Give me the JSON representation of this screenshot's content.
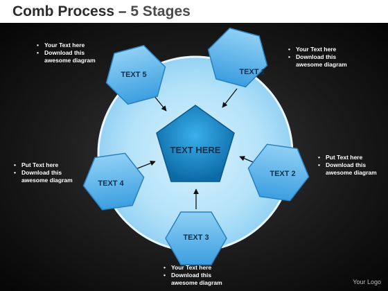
{
  "title": {
    "main": "Comb Process –",
    "sub": "5 Stages"
  },
  "center": {
    "label": "TEXT HERE"
  },
  "stages": [
    {
      "label": "TEXT 1"
    },
    {
      "label": "TEXT 2"
    },
    {
      "label": "TEXT 3"
    },
    {
      "label": "TEXT 4"
    },
    {
      "label": "TEXT 5"
    }
  ],
  "notes": {
    "top_left": [
      "Your Text here",
      "Download this",
      "awesome diagram"
    ],
    "top_right": [
      "Your Text here",
      "Download this",
      "awesome diagram"
    ],
    "right": [
      "Put Text here",
      "Download this",
      "awesome diagram"
    ],
    "left": [
      "Put Text here",
      "Download this",
      "awesome diagram"
    ],
    "bottom": [
      "Your Text here",
      "Download this",
      "awesome diagram"
    ]
  },
  "logo": "Your Logo",
  "colors": {
    "circle": "#a9dcf7",
    "hexagon": "#5cb6ef",
    "pentagon": "#1a86c4",
    "text_dark": "#0c2f4d"
  }
}
